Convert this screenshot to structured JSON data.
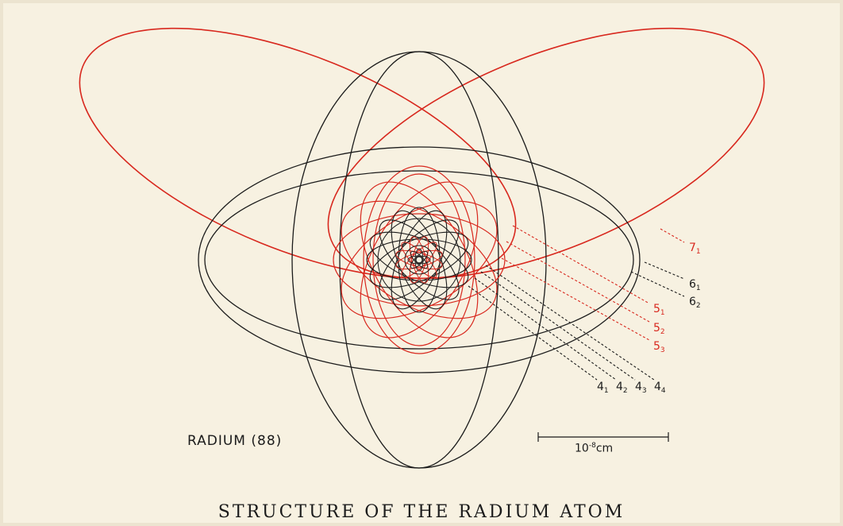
{
  "title": "STRUCTURE OF THE RADIUM ATOM",
  "element_label": "RADIUM (88)",
  "scale_bar": {
    "base": "10",
    "exponent": "-8",
    "unit": "cm"
  },
  "orbit_labels": [
    {
      "id": "7-1",
      "main": "7",
      "sub": "1",
      "color": "red"
    },
    {
      "id": "6-1",
      "main": "6",
      "sub": "1",
      "color": "black"
    },
    {
      "id": "6-2",
      "main": "6",
      "sub": "2",
      "color": "black"
    },
    {
      "id": "5-1",
      "main": "5",
      "sub": "1",
      "color": "red"
    },
    {
      "id": "5-2",
      "main": "5",
      "sub": "2",
      "color": "red"
    },
    {
      "id": "5-3",
      "main": "5",
      "sub": "3",
      "color": "red"
    },
    {
      "id": "4-1",
      "main": "4",
      "sub": "1",
      "color": "black"
    },
    {
      "id": "4-2",
      "main": "4",
      "sub": "2",
      "color": "black"
    },
    {
      "id": "4-3",
      "main": "4",
      "sub": "3",
      "color": "black"
    },
    {
      "id": "4-4",
      "main": "4",
      "sub": "4",
      "color": "black"
    }
  ],
  "colors": {
    "paper": "#f7f1e1",
    "red": "#d8281e",
    "black": "#1b1b1b"
  }
}
